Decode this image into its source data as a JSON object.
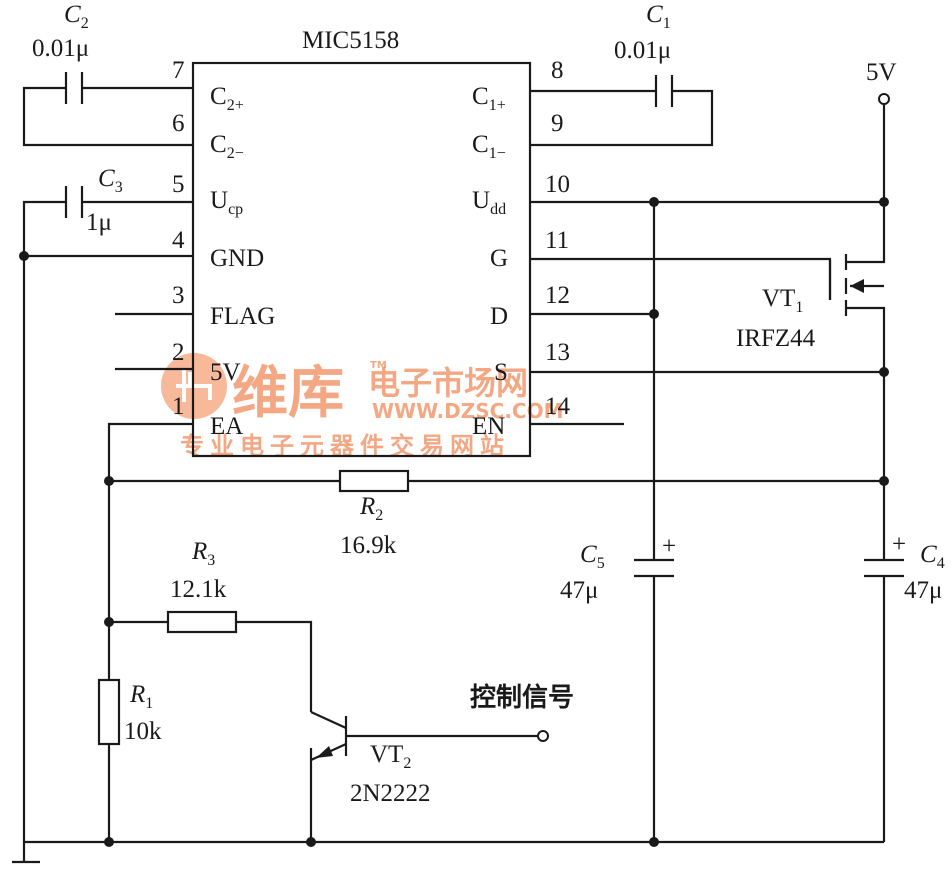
{
  "ic": {
    "name": "MIC5158",
    "pins_left": [
      {
        "num": "7",
        "label": "C",
        "sub": "2+"
      },
      {
        "num": "6",
        "label": "C",
        "sub": "2−"
      },
      {
        "num": "5",
        "label": "U",
        "sub": "cp"
      },
      {
        "num": "4",
        "label": "GND",
        "sub": ""
      },
      {
        "num": "3",
        "label": "FLAG",
        "sub": ""
      },
      {
        "num": "2",
        "label": "5V",
        "sub": ""
      },
      {
        "num": "1",
        "label": "EA",
        "sub": ""
      }
    ],
    "pins_right": [
      {
        "num": "8",
        "label": "C",
        "sub": "1+"
      },
      {
        "num": "9",
        "label": "C",
        "sub": "1−"
      },
      {
        "num": "10",
        "label": "U",
        "sub": "dd"
      },
      {
        "num": "11",
        "label": "G",
        "sub": ""
      },
      {
        "num": "12",
        "label": "D",
        "sub": ""
      },
      {
        "num": "13",
        "label": "S",
        "sub": ""
      },
      {
        "num": "14",
        "label": "EN",
        "sub": ""
      }
    ]
  },
  "components": {
    "c2": {
      "name": "C",
      "sub": "2",
      "value": "0.01μ"
    },
    "c1": {
      "name": "C",
      "sub": "1",
      "value": "0.01μ"
    },
    "c3": {
      "name": "C",
      "sub": "3",
      "value": "1μ"
    },
    "c5": {
      "name": "C",
      "sub": "5",
      "value": "47μ",
      "polarity": "+"
    },
    "c4": {
      "name": "C",
      "sub": "4",
      "value": "47μ",
      "polarity": "+"
    },
    "r1": {
      "name": "R",
      "sub": "1",
      "value": "10k"
    },
    "r2": {
      "name": "R",
      "sub": "2",
      "value": "16.9k"
    },
    "r3": {
      "name": "R",
      "sub": "3",
      "value": "12.1k"
    },
    "vt1": {
      "name": "VT",
      "sub": "1",
      "part": "IRFZ44"
    },
    "vt2": {
      "name": "VT",
      "sub": "2",
      "part": "2N2222"
    }
  },
  "supply_label": "5V",
  "control_label": "控制信号",
  "watermark": {
    "brand": "维库",
    "brand_tm": "TM",
    "site_cn": "电子市场网",
    "url": "WWW.DZSC.COM",
    "slogan": "专业电子元器件交易网站"
  }
}
